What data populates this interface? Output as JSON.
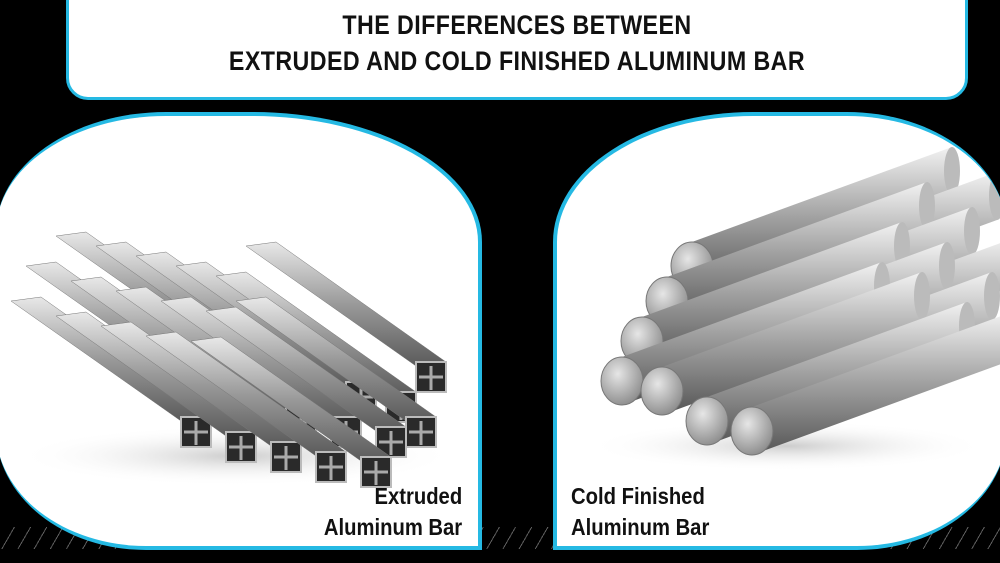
{
  "title": {
    "line1": "THE DIFFERENCES BETWEEN",
    "line2": "EXTRUDED AND COLD FINISHED ALUMINUM BAR"
  },
  "panels": [
    {
      "caption_line1": "Extruded",
      "caption_line2": "Aluminum Bar",
      "image": "extruded-aluminum-profiles-pile"
    },
    {
      "caption_line1": "Cold Finished",
      "caption_line2": "Aluminum Bar",
      "image": "cold-finished-round-bars-pile"
    }
  ],
  "colors": {
    "background": "#000000",
    "accent_border": "#25b9e3",
    "panel": "#ffffff",
    "text": "#111111"
  }
}
